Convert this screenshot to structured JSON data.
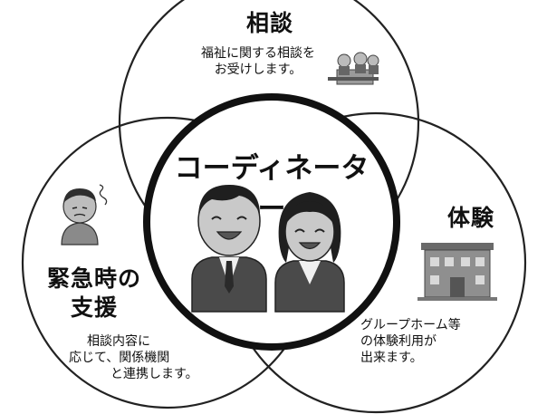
{
  "center": {
    "title": "コーディネーター"
  },
  "top": {
    "title": "相談",
    "desc_lines": [
      "福祉に関する相談を",
      "お受けします。"
    ]
  },
  "right": {
    "title": "体験",
    "desc_lines": [
      "グループホーム等",
      "の体験利用が",
      "出来ます。"
    ]
  },
  "left": {
    "title_lines": [
      "緊急時の",
      "支援"
    ],
    "desc_lines": [
      "相談内容に",
      "応じて、関係機関",
      "と連携します。"
    ]
  },
  "colors": {
    "outline": "#111111",
    "figure": "#7a7a7a",
    "figure_dark": "#3a3a3a"
  }
}
